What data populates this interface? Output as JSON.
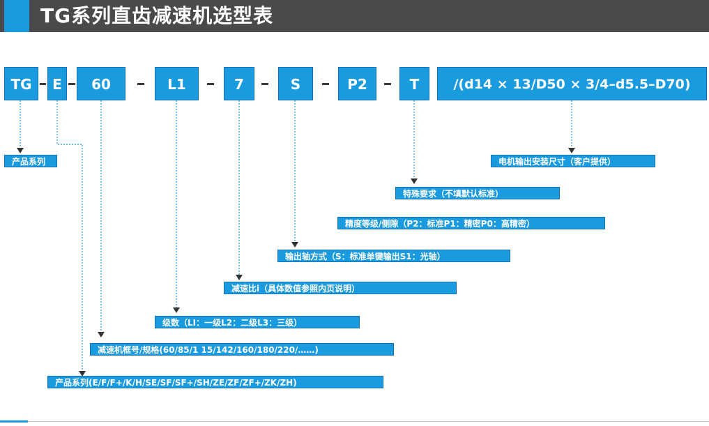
{
  "title": "TG系列直齿减速机选型表",
  "code_parts": [
    "TG",
    "E",
    "60",
    "L1",
    "7",
    "S",
    "P2",
    "T",
    "/(d14 × 13/D50 × 3/4–d5.5–D70)"
  ],
  "dash_text": "-",
  "labels": {
    "series": "产品系列",
    "motor": "电机输出安装尺寸（客户提供）",
    "special": "特殊要求（不填默认标准）",
    "precision": "精度等级/侧隙（P2：标准P1：精密P0：高精密）",
    "output": "输出轴方式（S：标准单键输出S1：光轴）",
    "ratio": "减速比i（具体数值参照内页说明）",
    "stage": "级数（LI：一级L2：二级L3：三级）",
    "size": "减速机框号/规格(60/85/1 15/142/160/180/220/……)",
    "product": "产品系列(E/F/F+/K/H/SE/SF/SF+/SH/ZE/ZF/ZF+/ZK/ZH)"
  },
  "colors": {
    "accent": "#1a9be0",
    "header_bg": "#4a4a4a",
    "leader": "#1a9be0",
    "arrow": "#333333"
  }
}
